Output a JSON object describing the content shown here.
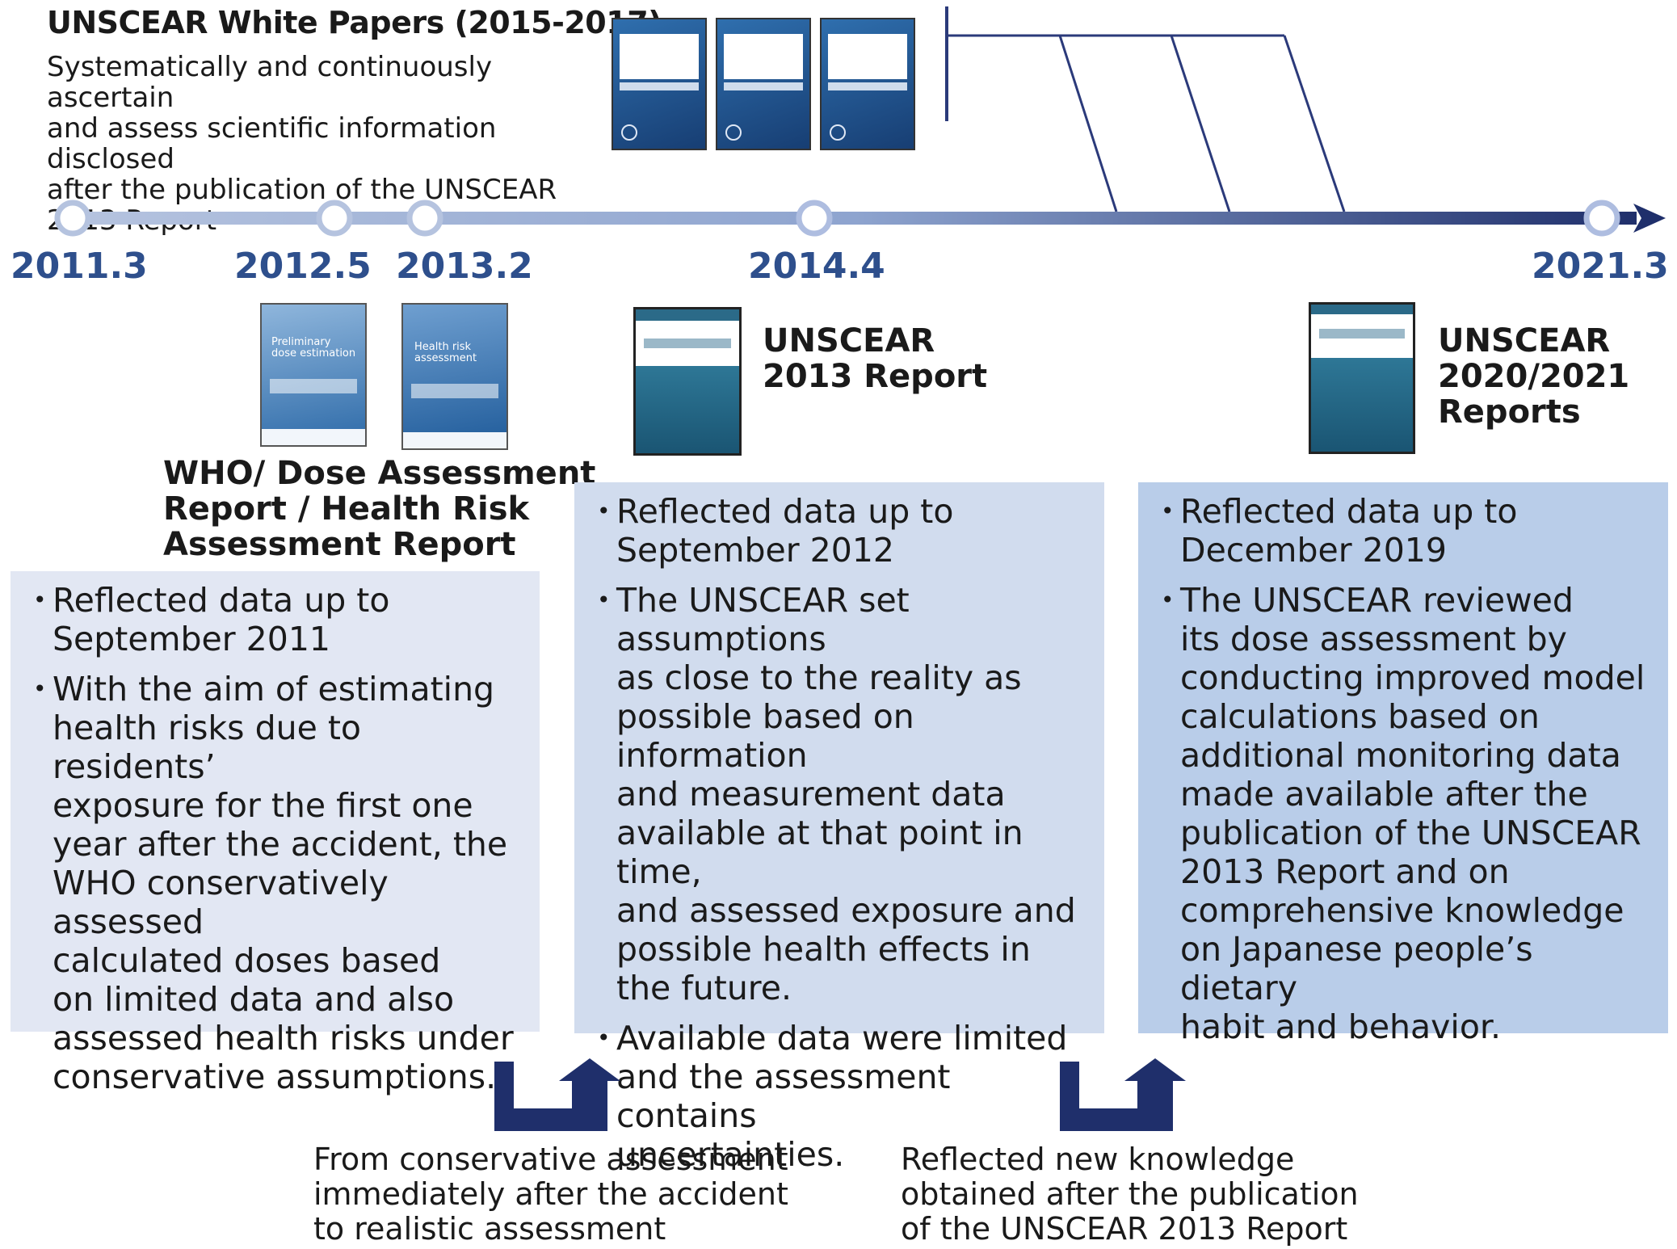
{
  "white_papers": {
    "title": "UNSCEAR White Papers (2015-2017)",
    "description": "Systematically and continuously ascertain\nand assess scientific information disclosed\nafter the publication of the UNSCEAR\n2013 Report"
  },
  "timeline": {
    "dates": [
      "2011.3",
      "2012.5",
      "2013.2",
      "2014.4",
      "2021.3"
    ],
    "line_color": "#2b3a7a",
    "node_color": "#b5c3df"
  },
  "reports": {
    "who_label": "WHO/ Dose Assessment\nReport / Health Risk\nAssessment Report",
    "who_cover_1": "Preliminary\ndose estimation",
    "who_cover_2": "Health risk\nassessment",
    "unscear_2013_label": "UNSCEAR\n2013 Report",
    "unscear_2020_label": "UNSCEAR\n2020/2021\nReports"
  },
  "boxes": {
    "who": [
      "Reflected data up to\nSeptember 2011",
      "With the aim of estimating\nhealth risks due to residents’\nexposure for the first one\nyear after the accident, the\nWHO conservatively assessed\ncalculated doses based\non limited data and also\nassessed health risks under\nconservative assumptions."
    ],
    "unscear_2013": [
      "Reflected data up to\nSeptember 2012",
      "The UNSCEAR set assumptions\nas close to the reality as\npossible based on information\nand measurement data\navailable at that point in time,\nand assessed exposure and\npossible health effects in\nthe future.",
      "Available data were limited\nand the assessment contains\nuncertainties."
    ],
    "unscear_2020": [
      "Reflected data up to\nDecember 2019",
      "The UNSCEAR reviewed\nits dose assessment by\nconducting improved model\ncalculations based on\nadditional monitoring data\nmade available after the\npublication of the UNSCEAR\n2013 Report and on\ncomprehensive knowledge\non Japanese people’s dietary\nhabit and behavior."
    ]
  },
  "transitions": {
    "first": "From conservative assessment\nimmediately after the accident\nto realistic assessment",
    "second": "Reflected new knowledge\nobtained after the publication\nof the UNSCEAR 2013 Report"
  },
  "colors": {
    "box_who": "#e2e7f3",
    "box_2013": "#d1dcee",
    "box_2020": "#b9cde9",
    "arrow": "#1f2f6b",
    "date_text": "#2e4f8c"
  }
}
